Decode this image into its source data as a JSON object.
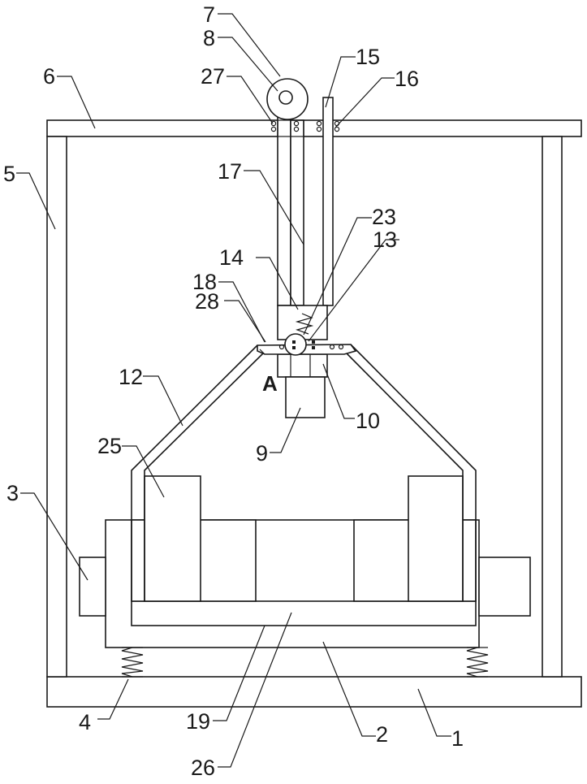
{
  "figure": {
    "callouts": [
      "1",
      "2",
      "3",
      "4",
      "5",
      "6",
      "7",
      "8",
      "9",
      "10",
      "12",
      "13",
      "14",
      "15",
      "16",
      "17",
      "18",
      "19",
      "23",
      "25",
      "26",
      "27",
      "28"
    ],
    "detail_marker": "A"
  }
}
